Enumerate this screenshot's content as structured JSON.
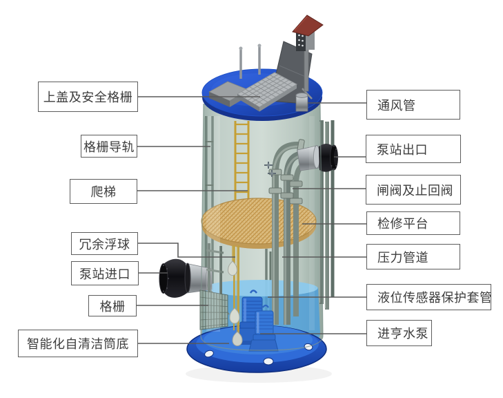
{
  "diagram": {
    "kind": "integrated-prefabricated-pump-station-cutaway",
    "labels": {
      "left": [
        "上盖及安全格栅",
        "格栅导轨",
        "爬梯",
        "冗余浮球",
        "泵站进口",
        "格栅",
        "智能化自清洁筒底"
      ],
      "right": [
        "通风管",
        "泵站出口",
        "闸阀及止回阀",
        "检修平台",
        "压力管道",
        "液位传感器保护套管",
        "进亨水泵"
      ]
    },
    "colors": {
      "lid_blue": "#1e4fc6",
      "base_blue": "#1c50c2",
      "water_blue": "#4f9fd8",
      "water_surface": "#8cc9ec",
      "glass_green": "#b6c7bf",
      "platform_tan": "#dcbd80",
      "ladder_yellow": "#c49f35",
      "pump_blue": "#2f6fd0",
      "roof_red": "#8a3a30",
      "leader_gray": "#595959",
      "label_text": "#3c3c3c",
      "background": "#ffffff"
    }
  }
}
